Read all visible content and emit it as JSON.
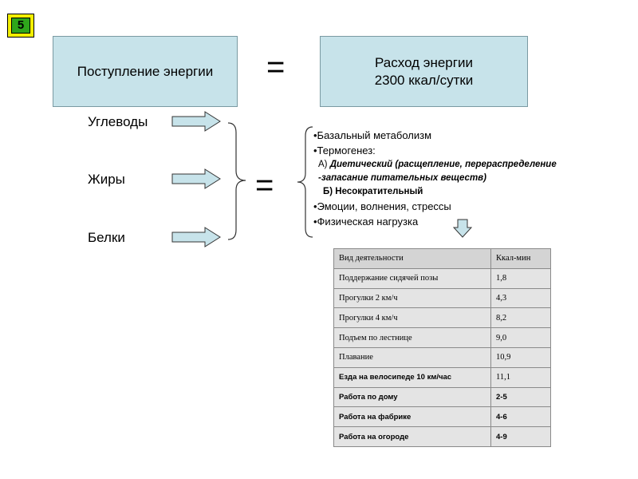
{
  "badge": "5",
  "intake_box": "Поступление энергии",
  "expense_box": {
    "line1": "Расход энергии",
    "line2": "2300 ккал/сутки"
  },
  "equals_top": "=",
  "equals_mid": "=",
  "nutrients": [
    "Углеводы",
    "Жиры",
    "Белки"
  ],
  "expense_list": {
    "basal": "•Базальный метаболизм",
    "thermo": "•Термогенез:",
    "diet_prefix": "А) ",
    "diet_a": "Диетический (расщепление, перераспределение",
    "diet_b": "-запасание питательных веществ)",
    "nonshiver": "Б) Несократительный",
    "emotions": "•Эмоции, волнения, стрессы",
    "physical": "•Физическая нагрузка"
  },
  "table": {
    "headers": [
      "Вид деятельности",
      "Ккал-мин"
    ],
    "rows": [
      [
        "Поддержание сидячей позы",
        "1,8"
      ],
      [
        "Прогулки 2 км/ч",
        "4,3"
      ],
      [
        "Прогулки 4 км/ч",
        "8,2"
      ],
      [
        "Подъем по лестнице",
        "9,0"
      ],
      [
        "Плавание",
        "10,9"
      ],
      [
        "Езда на велосипеде 10 км/час",
        "11,1"
      ],
      [
        "Работа по дому",
        "2-5"
      ],
      [
        "Работа на фабрике",
        "4-6"
      ],
      [
        "Работа на огороде",
        "4-9"
      ]
    ]
  },
  "colors": {
    "box_fill": "#c7e3ea",
    "arrow_fill": "#c7e3ea",
    "badge_yellow": "#f2ef00",
    "badge_green": "#2ea61b"
  }
}
